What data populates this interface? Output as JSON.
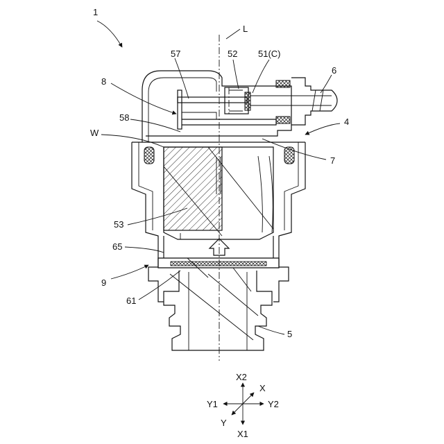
{
  "labels": {
    "assembly": "1",
    "axis": "L",
    "part57": "57",
    "part52": "52",
    "part51": "51(C)",
    "part6": "6",
    "part8": "8",
    "part58": "58",
    "partW": "W",
    "part4": "4",
    "part7": "7",
    "part53": "53",
    "part65": "65",
    "part9": "9",
    "part61": "61",
    "part5": "5"
  },
  "axes": {
    "x2": "X2",
    "x": "X",
    "y1": "Y1",
    "y2": "Y2",
    "y": "Y",
    "x1": "X1"
  }
}
